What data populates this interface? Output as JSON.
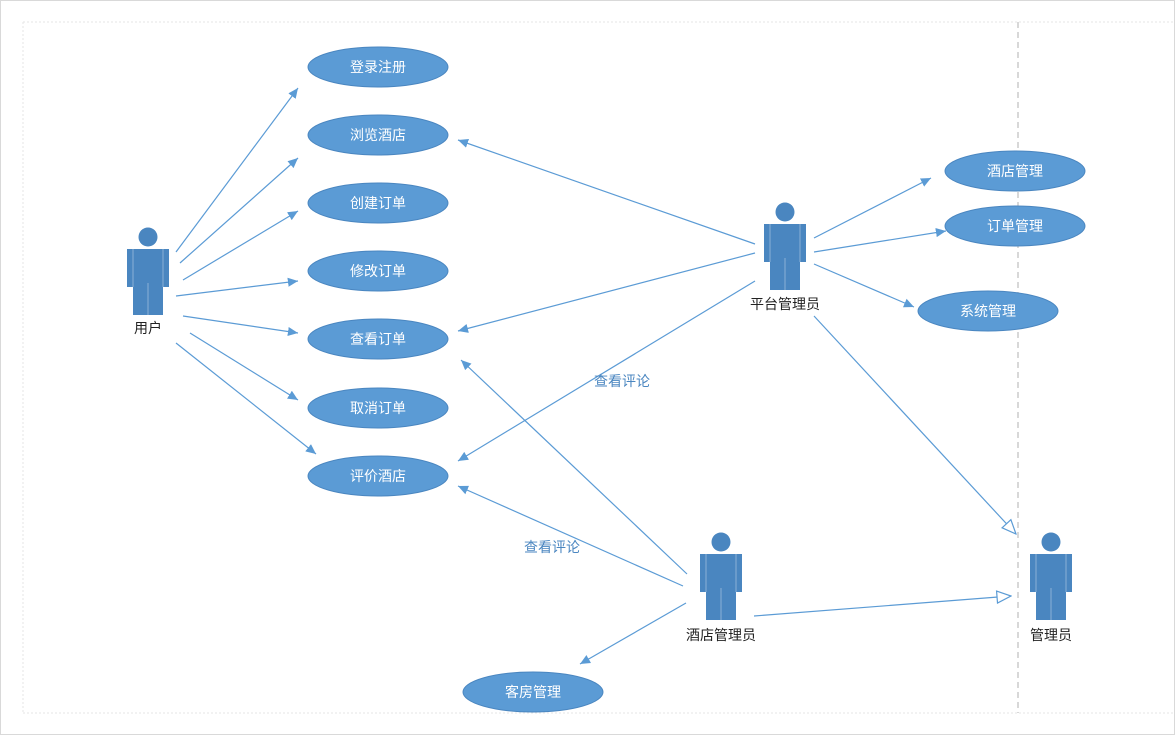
{
  "colors": {
    "use_case_fill": "#5b9bd5",
    "actor_fill": "#4a86c0",
    "edge": "#5b9bd5",
    "frame": "#c8c8c8",
    "label_text": "#4a86c0",
    "actor_label_text": "#222222"
  },
  "actors": {
    "user": {
      "label": "用户"
    },
    "platform_admin": {
      "label": "平台管理员"
    },
    "hotel_admin": {
      "label": "酒店管理员"
    },
    "admin": {
      "label": "管理员"
    }
  },
  "use_cases": {
    "login": {
      "label": "登录注册"
    },
    "browse": {
      "label": "浏览酒店"
    },
    "create": {
      "label": "创建订单"
    },
    "modify": {
      "label": "修改订单"
    },
    "view_order": {
      "label": "查看订单"
    },
    "cancel": {
      "label": "取消订单"
    },
    "review": {
      "label": "评价酒店"
    },
    "hotel_mgmt": {
      "label": "酒店管理"
    },
    "order_mgmt": {
      "label": "订单管理"
    },
    "system_mgmt": {
      "label": "系统管理"
    },
    "room_mgmt": {
      "label": "客房管理"
    }
  },
  "edge_labels": {
    "platform_view_reviews": "查看评论",
    "hotel_view_reviews": "查看评论"
  },
  "edges": [
    {
      "from": "user",
      "to": "login",
      "kind": "association"
    },
    {
      "from": "user",
      "to": "browse",
      "kind": "association"
    },
    {
      "from": "user",
      "to": "create",
      "kind": "association"
    },
    {
      "from": "user",
      "to": "modify",
      "kind": "association"
    },
    {
      "from": "user",
      "to": "view_order",
      "kind": "association"
    },
    {
      "from": "user",
      "to": "cancel",
      "kind": "association"
    },
    {
      "from": "user",
      "to": "review",
      "kind": "association"
    },
    {
      "from": "platform_admin",
      "to": "browse",
      "kind": "association"
    },
    {
      "from": "platform_admin",
      "to": "view_order",
      "kind": "association"
    },
    {
      "from": "platform_admin",
      "to": "review",
      "kind": "association",
      "label": "platform_view_reviews"
    },
    {
      "from": "platform_admin",
      "to": "hotel_mgmt",
      "kind": "association"
    },
    {
      "from": "platform_admin",
      "to": "order_mgmt",
      "kind": "association"
    },
    {
      "from": "platform_admin",
      "to": "system_mgmt",
      "kind": "association"
    },
    {
      "from": "platform_admin",
      "to": "admin",
      "kind": "generalization"
    },
    {
      "from": "hotel_admin",
      "to": "view_order",
      "kind": "association"
    },
    {
      "from": "hotel_admin",
      "to": "review",
      "kind": "association",
      "label": "hotel_view_reviews"
    },
    {
      "from": "hotel_admin",
      "to": "room_mgmt",
      "kind": "association"
    },
    {
      "from": "hotel_admin",
      "to": "admin",
      "kind": "generalization"
    }
  ]
}
